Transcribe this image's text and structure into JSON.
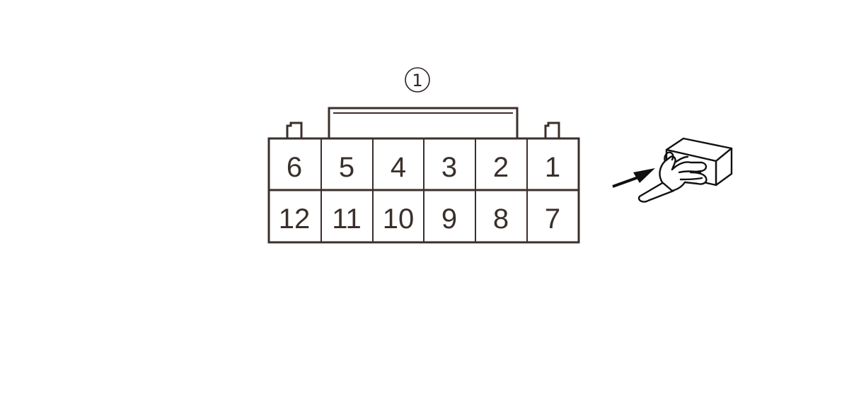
{
  "connector": {
    "callout": "1",
    "rows": [
      [
        "6",
        "5",
        "4",
        "3",
        "2",
        "1"
      ],
      [
        "12",
        "11",
        "10",
        "9",
        "8",
        "7"
      ]
    ]
  },
  "colors": {
    "outline": "#3a2f2b",
    "text": "#3a2f2b",
    "background": "#ffffff"
  },
  "icons": {
    "view_indicator": "hand-holding-connector-icon",
    "direction": "arrow-right-icon"
  }
}
